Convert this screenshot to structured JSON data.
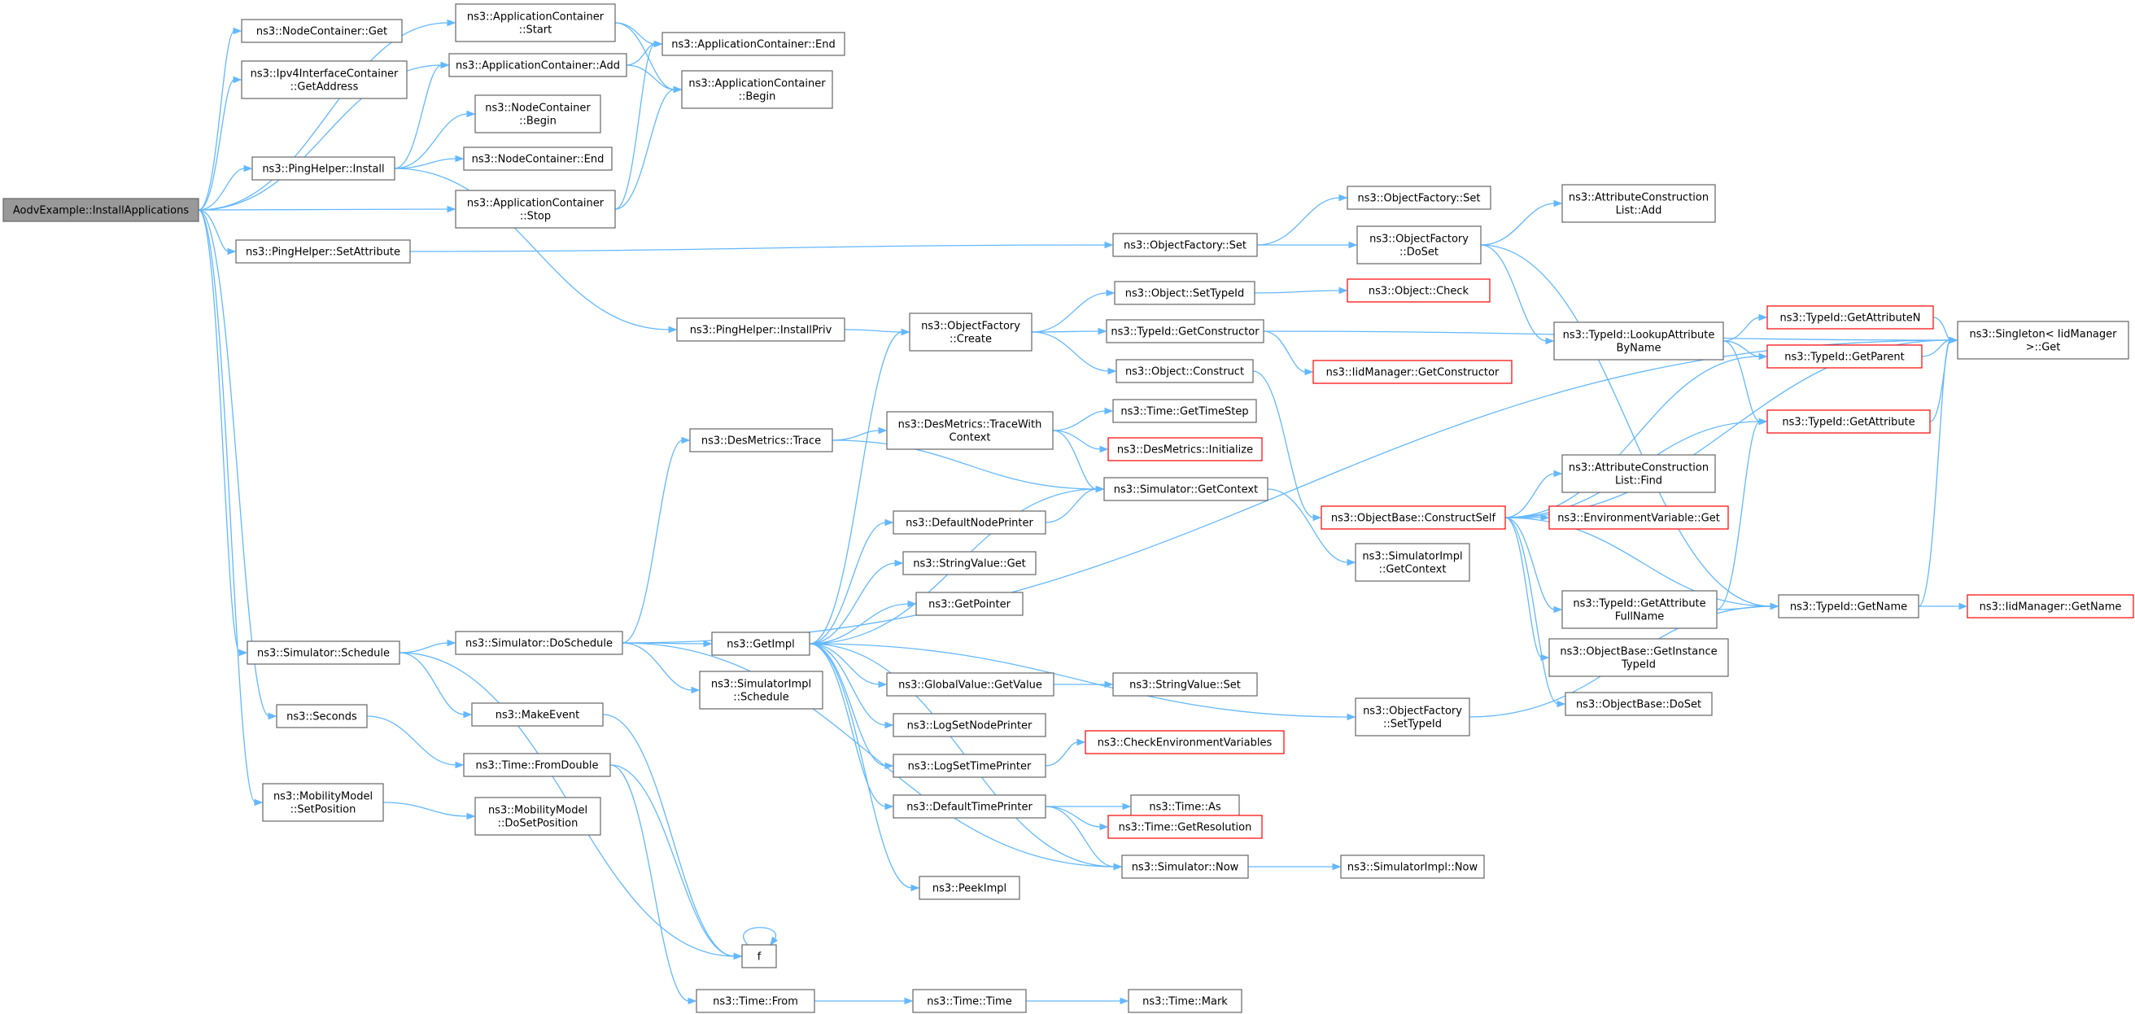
{
  "diagram": {
    "nodes": [
      {
        "id": "root",
        "lines": [
          "AodvExample::InstallApplications"
        ],
        "style": "root"
      },
      {
        "id": "ncGet",
        "lines": [
          "ns3::NodeContainer::Get"
        ]
      },
      {
        "id": "ipv4Get",
        "lines": [
          "ns3::Ipv4InterfaceContainer",
          "::GetAddress"
        ]
      },
      {
        "id": "phInstall",
        "lines": [
          "ns3::PingHelper::Install"
        ]
      },
      {
        "id": "phSetAttr",
        "lines": [
          "ns3::PingHelper::SetAttribute"
        ]
      },
      {
        "id": "simSchedule",
        "lines": [
          "ns3::Simulator::Schedule"
        ]
      },
      {
        "id": "seconds",
        "lines": [
          "ns3::Seconds"
        ]
      },
      {
        "id": "mmSetPos",
        "lines": [
          "ns3::MobilityModel",
          "::SetPosition"
        ]
      },
      {
        "id": "acStart",
        "lines": [
          "ns3::ApplicationContainer",
          "::Start"
        ]
      },
      {
        "id": "acAdd",
        "lines": [
          "ns3::ApplicationContainer::Add"
        ]
      },
      {
        "id": "ncBegin",
        "lines": [
          "ns3::NodeContainer",
          "::Begin"
        ]
      },
      {
        "id": "ncEnd",
        "lines": [
          "ns3::NodeContainer::End"
        ]
      },
      {
        "id": "acStop",
        "lines": [
          "ns3::ApplicationContainer",
          "::Stop"
        ]
      },
      {
        "id": "acEnd",
        "lines": [
          "ns3::ApplicationContainer::End"
        ]
      },
      {
        "id": "acBegin",
        "lines": [
          "ns3::ApplicationContainer",
          "::Begin"
        ]
      },
      {
        "id": "simDoSchedule",
        "lines": [
          "ns3::Simulator::DoSchedule"
        ]
      },
      {
        "id": "makeEvent",
        "lines": [
          "ns3::MakeEvent"
        ]
      },
      {
        "id": "timeFromDouble",
        "lines": [
          "ns3::Time::FromDouble"
        ]
      },
      {
        "id": "mmDoSetPos",
        "lines": [
          "ns3::MobilityModel",
          "::DoSetPosition"
        ]
      },
      {
        "id": "phInstallPriv",
        "lines": [
          "ns3::PingHelper::InstallPriv"
        ]
      },
      {
        "id": "desTrace",
        "lines": [
          "ns3::DesMetrics::Trace"
        ]
      },
      {
        "id": "getImpl",
        "lines": [
          "ns3::GetImpl"
        ]
      },
      {
        "id": "simImplSchedule",
        "lines": [
          "ns3::SimulatorImpl",
          "::Schedule"
        ]
      },
      {
        "id": "f",
        "lines": [
          "f"
        ]
      },
      {
        "id": "timeFrom",
        "lines": [
          "ns3::Time::From"
        ]
      },
      {
        "id": "ofSet",
        "lines": [
          "ns3::ObjectFactory::Set"
        ]
      },
      {
        "id": "ofCreate",
        "lines": [
          "ns3::ObjectFactory",
          "::Create"
        ]
      },
      {
        "id": "desTraceWith",
        "lines": [
          "ns3::DesMetrics::TraceWith",
          "Context"
        ]
      },
      {
        "id": "defNodePrinter",
        "lines": [
          "ns3::DefaultNodePrinter"
        ]
      },
      {
        "id": "strValGet",
        "lines": [
          "ns3::StringValue::Get"
        ]
      },
      {
        "id": "getPointer",
        "lines": [
          "ns3::GetPointer"
        ]
      },
      {
        "id": "gvGetValue",
        "lines": [
          "ns3::GlobalValue::GetValue"
        ]
      },
      {
        "id": "logSetNode",
        "lines": [
          "ns3::LogSetNodePrinter"
        ]
      },
      {
        "id": "logSetTime",
        "lines": [
          "ns3::LogSetTimePrinter"
        ]
      },
      {
        "id": "defTimePrinter",
        "lines": [
          "ns3::DefaultTimePrinter"
        ]
      },
      {
        "id": "peekImpl",
        "lines": [
          "ns3::PeekImpl"
        ]
      },
      {
        "id": "timeTime",
        "lines": [
          "ns3::Time::Time"
        ]
      },
      {
        "id": "objSetTypeId",
        "lines": [
          "ns3::Object::SetTypeId"
        ]
      },
      {
        "id": "tidGetCtor",
        "lines": [
          "ns3::TypeId::GetConstructor"
        ]
      },
      {
        "id": "objConstruct",
        "lines": [
          "ns3::Object::Construct"
        ]
      },
      {
        "id": "timeGetStep",
        "lines": [
          "ns3::Time::GetTimeStep"
        ]
      },
      {
        "id": "desInit",
        "lines": [
          "ns3::DesMetrics::Initialize"
        ],
        "style": "red"
      },
      {
        "id": "simGetContext",
        "lines": [
          "ns3::Simulator::GetContext"
        ]
      },
      {
        "id": "strValSet",
        "lines": [
          "ns3::StringValue::Set"
        ]
      },
      {
        "id": "checkEnv",
        "lines": [
          "ns3::CheckEnvironmentVariables"
        ],
        "style": "red"
      },
      {
        "id": "timeAs",
        "lines": [
          "ns3::Time::As"
        ]
      },
      {
        "id": "timeGetRes",
        "lines": [
          "ns3::Time::GetResolution"
        ],
        "style": "red"
      },
      {
        "id": "simNow",
        "lines": [
          "ns3::Simulator::Now"
        ]
      },
      {
        "id": "timeMark",
        "lines": [
          "ns3::Time::Mark"
        ]
      },
      {
        "id": "ofSet2",
        "lines": [
          "ns3::ObjectFactory::Set"
        ]
      },
      {
        "id": "ofDoSet",
        "lines": [
          "ns3::ObjectFactory",
          "::DoSet"
        ]
      },
      {
        "id": "objCheck",
        "lines": [
          "ns3::Object::Check"
        ],
        "style": "red"
      },
      {
        "id": "iidGetCtor",
        "lines": [
          "ns3::IidManager::GetConstructor"
        ],
        "style": "red"
      },
      {
        "id": "obConstructSelf",
        "lines": [
          "ns3::ObjectBase::ConstructSelf"
        ],
        "style": "red"
      },
      {
        "id": "simImplGetCtx",
        "lines": [
          "ns3::SimulatorImpl",
          "::GetContext"
        ]
      },
      {
        "id": "ofSetTypeId",
        "lines": [
          "ns3::ObjectFactory",
          "::SetTypeId"
        ]
      },
      {
        "id": "simImplNow",
        "lines": [
          "ns3::SimulatorImpl::Now"
        ]
      },
      {
        "id": "acListAdd",
        "lines": [
          "ns3::AttributeConstruction",
          "List::Add"
        ]
      },
      {
        "id": "tidLookup",
        "lines": [
          "ns3::TypeId::LookupAttribute",
          "ByName"
        ]
      },
      {
        "id": "acListFind",
        "lines": [
          "ns3::AttributeConstruction",
          "List::Find"
        ]
      },
      {
        "id": "envGet",
        "lines": [
          "ns3::EnvironmentVariable::Get"
        ],
        "style": "red"
      },
      {
        "id": "tidGetAttrFull",
        "lines": [
          "ns3::TypeId::GetAttribute",
          "FullName"
        ]
      },
      {
        "id": "obGetInstTid",
        "lines": [
          "ns3::ObjectBase::GetInstance",
          "TypeId"
        ]
      },
      {
        "id": "obDoSet",
        "lines": [
          "ns3::ObjectBase::DoSet"
        ]
      },
      {
        "id": "tidGetAttrN",
        "lines": [
          "ns3::TypeId::GetAttributeN"
        ],
        "style": "red"
      },
      {
        "id": "tidGetParent",
        "lines": [
          "ns3::TypeId::GetParent"
        ],
        "style": "red"
      },
      {
        "id": "tidGetAttr",
        "lines": [
          "ns3::TypeId::GetAttribute"
        ],
        "style": "red"
      },
      {
        "id": "tidGetName",
        "lines": [
          "ns3::TypeId::GetName"
        ]
      },
      {
        "id": "singletonGet",
        "lines": [
          "ns3::Singleton< IidManager",
          ">::Get"
        ]
      },
      {
        "id": "iidGetName",
        "lines": [
          "ns3::IidManager::GetName"
        ],
        "style": "red"
      }
    ]
  }
}
